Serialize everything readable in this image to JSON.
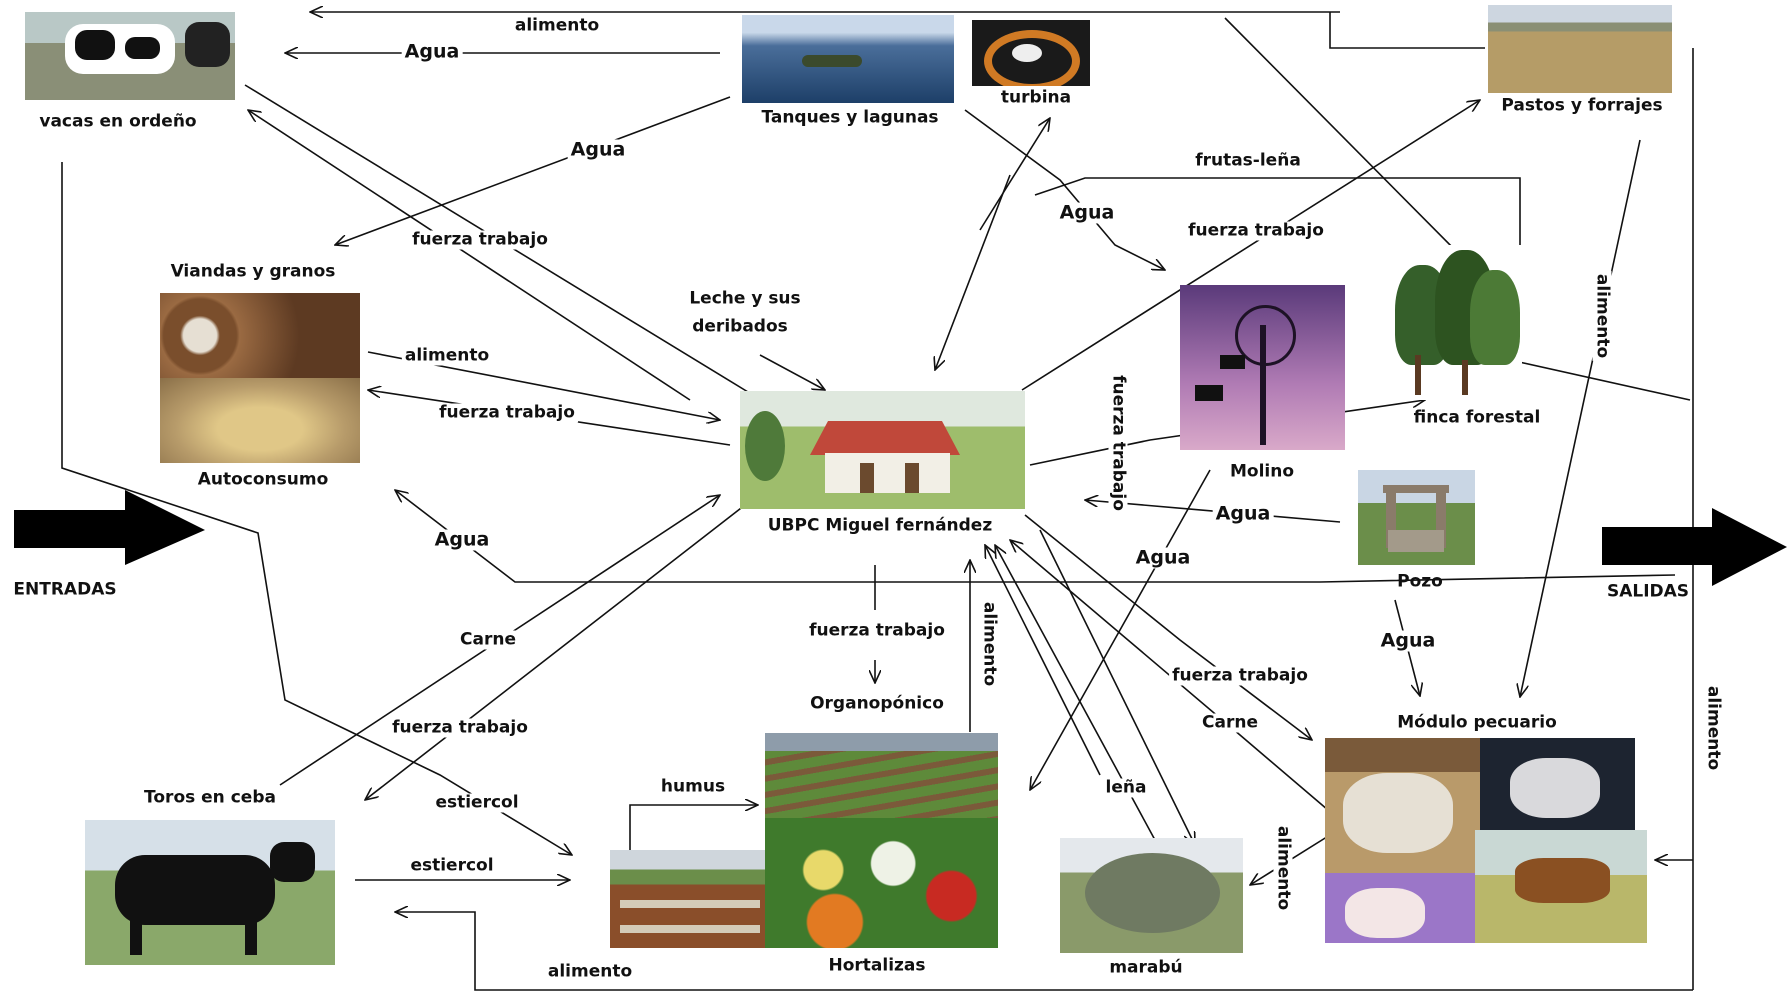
{
  "nodes": {
    "vacas": "vacas en ordeño",
    "tanques": "Tanques y lagunas",
    "turbina": "turbina",
    "pastos": "Pastos y forrajes",
    "viandas": "Viandas y granos",
    "autoconsumo": "Autoconsumo",
    "ubpc": "UBPC Miguel fernández",
    "molino": "Molino",
    "finca": "finca forestal",
    "pozo": "Pozo",
    "organoponico": "Organopónico",
    "modulo": "Módulo pecuario",
    "toros": "Toros en ceba",
    "hortalizas": "Hortalizas",
    "marabu": "marabú",
    "entradas": "ENTRADAS",
    "salidas": "SALIDAS"
  },
  "edge_labels": {
    "alimento_top": "alimento",
    "agua_vacas": "Agua",
    "agua_tanques": "Agua",
    "fuerza_vacas": "fuerza trabajo",
    "frutas_lena": "frutas-leña",
    "agua_turbina": "Agua",
    "fuerza_pastos": "fuerza trabajo",
    "leche": "Leche y sus",
    "leche2": "deribados",
    "alimento_viandas": "alimento",
    "fuerza_viandas": "fuerza trabajo",
    "fuerza_molino": "fuerza trabajo",
    "agua_pozo": "Agua",
    "agua_auto": "Agua",
    "agua_molino": "Agua",
    "alimento_pastos": "alimento",
    "carne_toros": "Carne",
    "fuerza_org": "fuerza trabajo",
    "alimento_hort": "alimento",
    "agua_modulo": "Agua",
    "fuerza_modulo": "fuerza trabajo",
    "carne_modulo": "Carne",
    "fuerza_toros": "fuerza trabajo",
    "humus": "humus",
    "estiercol_up": "estiercol",
    "lena": "leña",
    "alimento_marabu": "alimento",
    "estiercol_toros": "estiercol",
    "alimento_bottom": "alimento",
    "alimento_right": "alimento"
  },
  "colors": {
    "line": "#111111",
    "sky": "#6f8fc0",
    "grass": "#7aa24a",
    "roof": "#c0483a",
    "purple": "#9a6fa8"
  }
}
